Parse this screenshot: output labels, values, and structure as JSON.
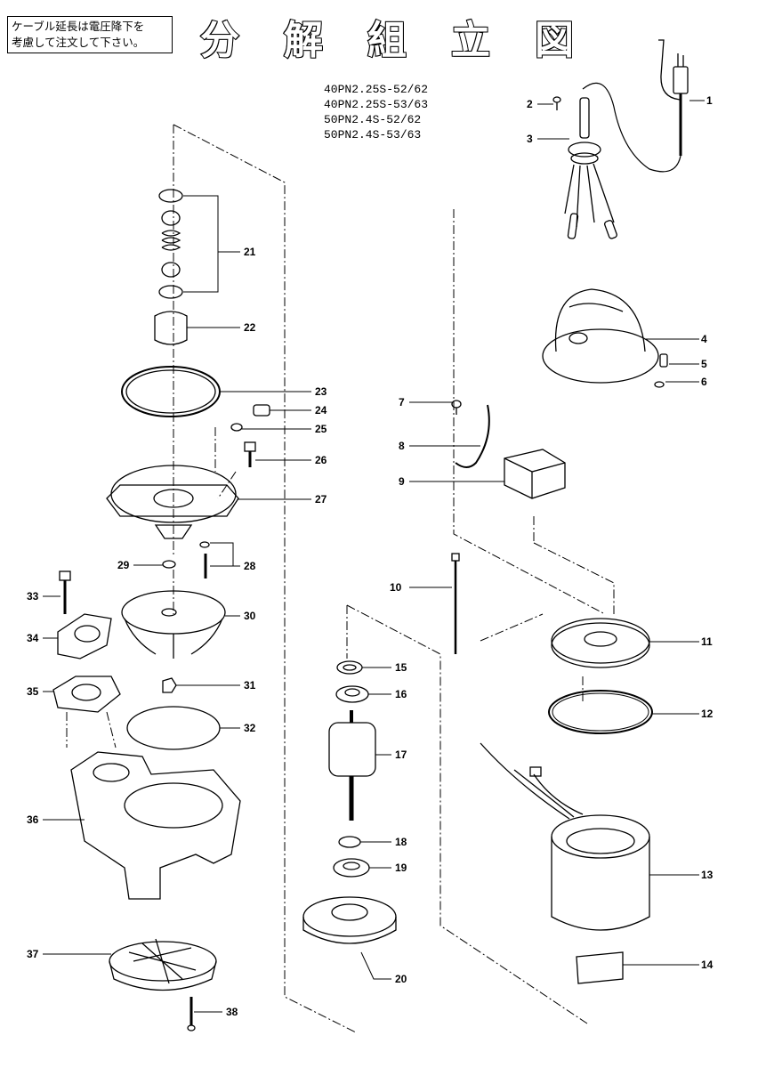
{
  "notice_lines": [
    "ケーブル延長は電圧降下を",
    "考慮して注文して下さい。"
  ],
  "title_chars": [
    "分",
    "解",
    "組",
    "立",
    "図"
  ],
  "models": [
    "40PN2.25S-52/62",
    "40PN2.25S-53/63",
    "50PN2.4S-52/62",
    "50PN2.4S-53/63"
  ],
  "parts": [
    "1",
    "2",
    "3",
    "4",
    "5",
    "6",
    "7",
    "8",
    "9",
    "10",
    "11",
    "12",
    "13",
    "14",
    "15",
    "16",
    "17",
    "18",
    "19",
    "20",
    "21",
    "22",
    "23",
    "24",
    "25",
    "26",
    "27",
    "28",
    "29",
    "30",
    "31",
    "32",
    "33",
    "34",
    "35",
    "36",
    "37",
    "38"
  ]
}
